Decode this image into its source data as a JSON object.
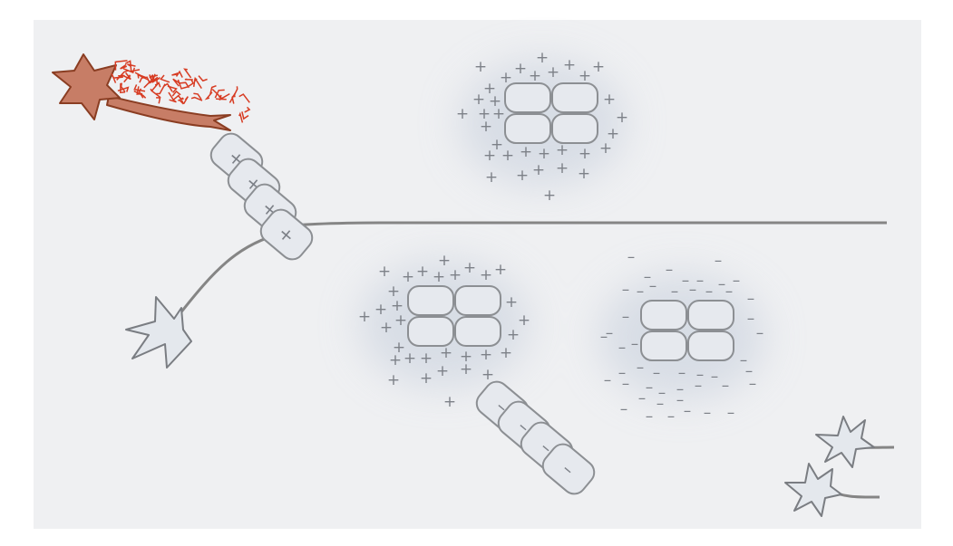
{
  "signs": {
    "plus": "+",
    "minus": "–"
  },
  "colors": {
    "panel": "#eff0f2",
    "cell_fill": "#e6e9ee",
    "cell_stroke": "#8c8f93",
    "halo": "#c5cedb",
    "axon": "#858585",
    "neuron_fill": "#e4e8ed",
    "neuron_stroke": "#7a7d82",
    "damaged_neuron_fill": "#c77d66",
    "damaged_neuron_stroke": "#8a3d22",
    "tangle": "#d73b22",
    "sign": "#7d8188"
  },
  "chains": [
    {
      "id": "myelin-chain-positive",
      "sign": "plus"
    },
    {
      "id": "free-chain-negative",
      "sign": "minus"
    }
  ],
  "clusters": [
    {
      "id": "cluster-top-positive",
      "sign": "plus"
    },
    {
      "id": "cluster-middle-positive",
      "sign": "plus"
    },
    {
      "id": "cluster-right-negative",
      "sign": "minus"
    }
  ]
}
